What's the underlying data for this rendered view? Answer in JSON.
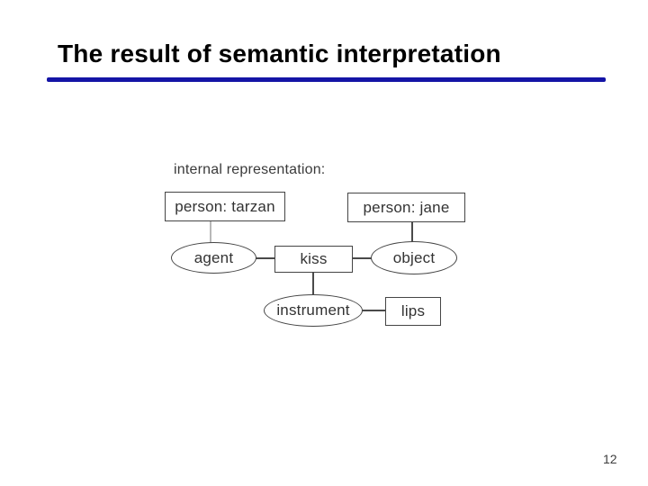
{
  "slide": {
    "title": "The result of semantic interpretation",
    "page_number": "12"
  },
  "colors": {
    "accent_rule": "#1414A6",
    "title_text": "#000000",
    "diagram_ink": "#454545",
    "diagram_text": "#333333",
    "light_connector": "#b8b8b8",
    "page_number_text": "#3d3d3d"
  },
  "diagram": {
    "heading": "internal representation:",
    "nodes": {
      "tarzan": {
        "label": "person: tarzan",
        "shape": "box"
      },
      "jane": {
        "label": "person: jane",
        "shape": "box"
      },
      "kiss": {
        "label": "kiss",
        "shape": "box"
      },
      "lips": {
        "label": "lips",
        "shape": "box"
      },
      "agent": {
        "label": "agent",
        "shape": "ellipse"
      },
      "object": {
        "label": "object",
        "shape": "ellipse"
      },
      "instrument": {
        "label": "instrument",
        "shape": "ellipse"
      }
    },
    "edges": [
      {
        "from": "tarzan",
        "to": "agent"
      },
      {
        "from": "jane",
        "to": "object"
      },
      {
        "from": "agent",
        "to": "kiss"
      },
      {
        "from": "kiss",
        "to": "object"
      },
      {
        "from": "kiss",
        "to": "instrument"
      },
      {
        "from": "instrument",
        "to": "lips"
      }
    ]
  }
}
